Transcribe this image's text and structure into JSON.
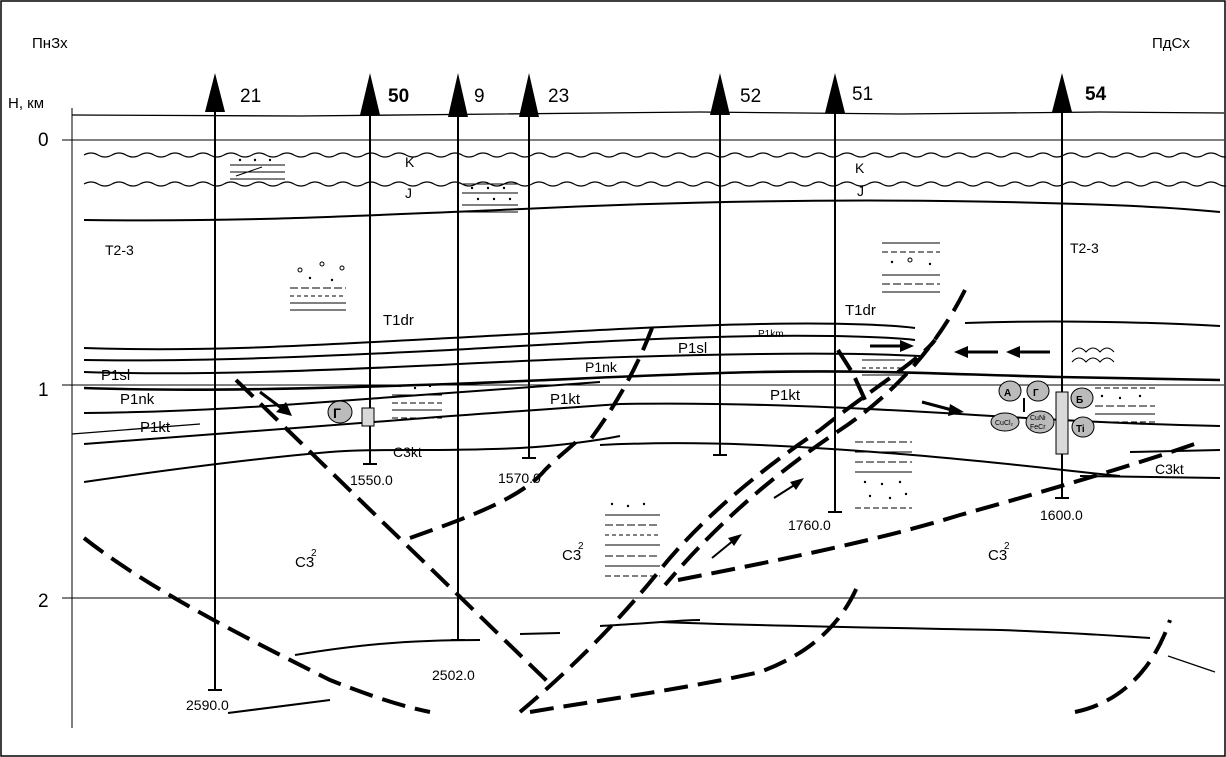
{
  "directions": {
    "west": "ПнЗх",
    "east": "ПдСх"
  },
  "axis": {
    "label": "H, км",
    "ticks": [
      "0",
      "1",
      "2"
    ]
  },
  "wells": [
    {
      "number": "21",
      "depth": "2590.0",
      "bold": false
    },
    {
      "number": "50",
      "depth": "1550.0",
      "bold": true
    },
    {
      "number": "9",
      "depth": "2502.0",
      "bold": false
    },
    {
      "number": "23",
      "depth": "1570.0",
      "bold": false
    },
    {
      "number": "52",
      "depth": "",
      "bold": false
    },
    {
      "number": "51",
      "depth": "1760.0",
      "bold": false
    },
    {
      "number": "54",
      "depth": "1600.0",
      "bold": true
    }
  ],
  "strata": {
    "K_left": "K",
    "J_left": "J",
    "K_right": "K",
    "J_right": "J",
    "T23_left": "T2-3",
    "T23_right": "T2-3",
    "T1dr_left": "T1dr",
    "T1dr_right": "T1dr",
    "P1sl_left": "P1sl",
    "P1nk_left": "P1nk",
    "P1kt_left": "P1kt",
    "P1sl_mid": "P1sl",
    "P1nk_mid": "P1nk",
    "P1kt_mid": "P1kt",
    "P1km": "P1km",
    "P1kt_right": "P1kt",
    "C3kt_left": "C3kt",
    "C3kt_right": "C3kt",
    "C32_a": "C3",
    "C32_b": "C3",
    "C32_c": "C3",
    "C32_sup": "2"
  },
  "markers": {
    "G_left": "Г",
    "A": "А",
    "G_right": "Г",
    "B": "Б",
    "Ti": "Ti",
    "CuCl": "CuCl₂",
    "CuNi": "CuNi",
    "FeCr": "FeCr"
  }
}
